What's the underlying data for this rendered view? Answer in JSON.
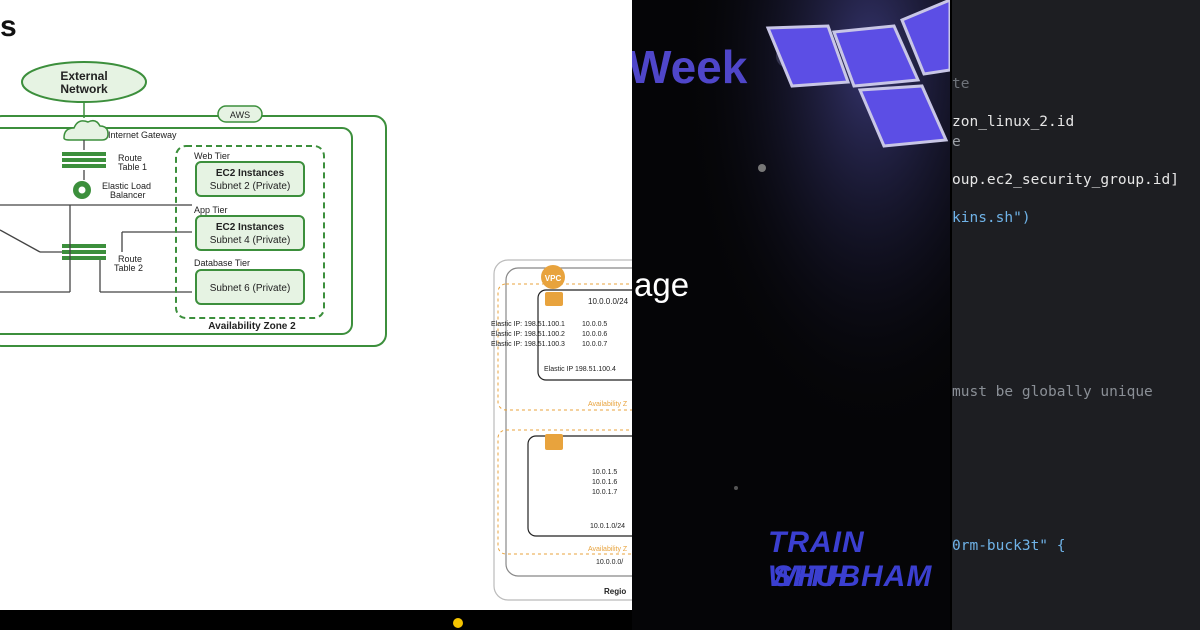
{
  "left_slide": {
    "title_fragment": "s",
    "external_network": [
      "External",
      "Network"
    ],
    "aws_label": "AWS",
    "internet_gateway": "Internet Gateway",
    "route_table_1": [
      "Route",
      "Table 1"
    ],
    "route_table_2": [
      "Route",
      "Table 2"
    ],
    "elb": [
      "Elastic Load",
      "Balancer"
    ],
    "web_tier": "Web Tier",
    "app_tier": "App Tier",
    "database_tier": "Database Tier",
    "box1": [
      "EC2 Instances",
      "Subnet 2 (Private)"
    ],
    "box2": [
      "EC2 Instances",
      "Subnet 4 (Private)"
    ],
    "box3": "Subnet 6 (Private)",
    "az2": "Availability Zone 2"
  },
  "vpc_diagram": {
    "vpc_label": "VPC",
    "cidr_top": "10.0.0.0/24",
    "elastic_ips": [
      "Elastic IP: 198.51.100.1",
      "Elastic IP: 198.51.100.2",
      "Elastic IP: 198.51.100.3"
    ],
    "private_ips_top": [
      "10.0.0.5",
      "10.0.0.6",
      "10.0.0.7"
    ],
    "elastic_ip_4": "Elastic IP 198.51.100.4",
    "az_label_1": "Availability Z",
    "private_ips_bottom": [
      "10.0.1.5",
      "10.0.1.6",
      "10.0.1.7"
    ],
    "cidr_bottom": "10.0.1.0/24",
    "az_label_2": "Availability Z",
    "cidr_vpc": "10.0.0.0/",
    "region": "Regio"
  },
  "video": {
    "title_fragment": "Week",
    "subtitle_fragment": "age",
    "logo_line1": "TRAIN WITH",
    "logo_line2": "SHUBHAM"
  },
  "code_editor": {
    "lines": [
      {
        "text": "te",
        "color": "#6f737a"
      },
      {
        "text": "zon_linux_2.id",
        "color": "#e6e6e6"
      },
      {
        "text": "e",
        "color": "#9ca0a6"
      },
      {
        "text": "oup.ec2_security_group.id]",
        "color": "#e6e6e6"
      },
      {
        "text": "kins.sh\")",
        "color": "#6fb3e8"
      },
      {
        "text": "must be globally unique",
        "color": "#8a8f96"
      },
      {
        "text": "0rm-buck3t\" {",
        "color": "#6fb3e8"
      }
    ]
  },
  "colors": {
    "green": "#3c8f3c",
    "light_green": "#e6f3e3",
    "orange": "#e8a33d",
    "purple": "#4f46c9"
  }
}
